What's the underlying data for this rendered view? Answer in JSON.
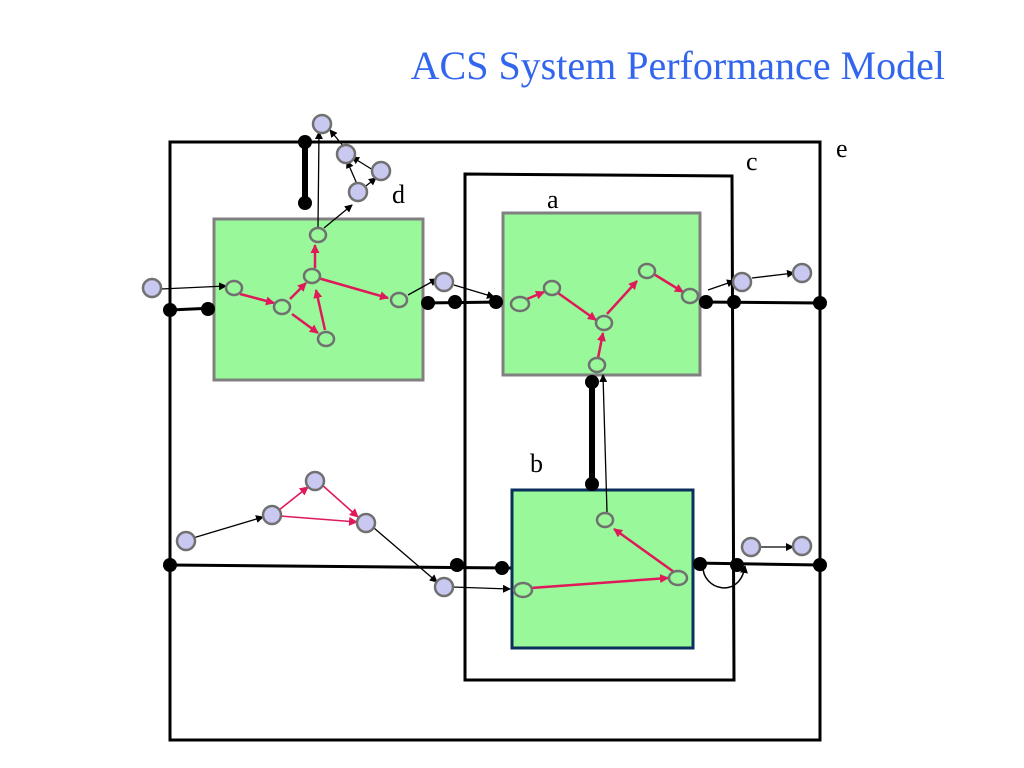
{
  "title": "ACS System Performance Model",
  "labels": {
    "a": "a",
    "b": "b",
    "c": "c",
    "d": "d",
    "e": "e"
  },
  "colors": {
    "title": "#3366ee",
    "component_fill": "#99f899",
    "component_border_gray": "#808080",
    "component_border_navy": "#0b2f5c",
    "internal_arrow": "#e0195a",
    "external_node": "#c8c8f0",
    "internal_node": "#99f899",
    "wire": "#000000"
  }
}
